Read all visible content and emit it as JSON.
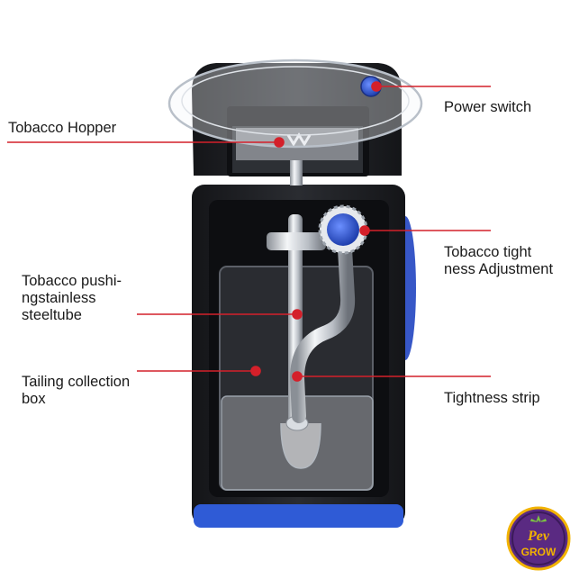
{
  "callouts": {
    "hopper": "Tobacco Hopper",
    "tube": "Tobacco pushi-\nngstainless\nsteeltube",
    "box": "Tailing collection\nbox",
    "power": "Power switch",
    "adjust": "Tobacco tight\nness Adjustment",
    "strip": "Tightness strip"
  },
  "logo": {
    "line1": "Pev",
    "line2": "GROW"
  },
  "colors": {
    "leader": "#d4202a",
    "body": "#1e1f24",
    "accent_blue": "#2f5bd6",
    "logo_purple": "#5a2a82",
    "logo_gold": "#f2b300"
  }
}
